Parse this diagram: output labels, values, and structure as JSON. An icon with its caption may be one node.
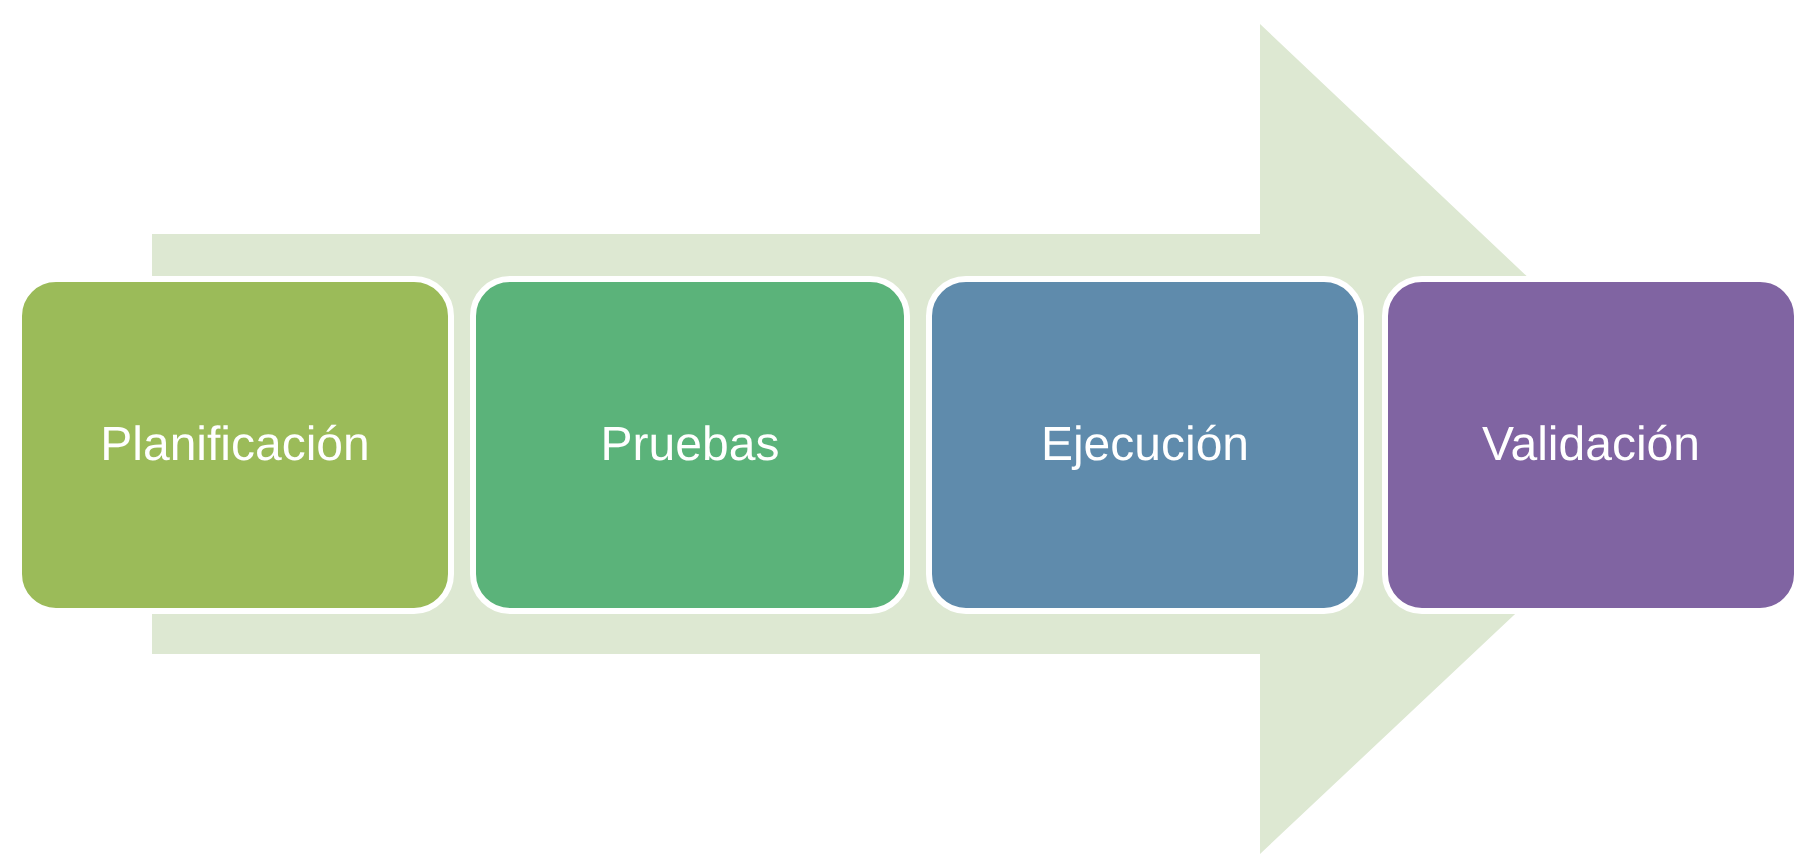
{
  "diagram": {
    "nodes": [
      {
        "text": [
          "Planificación"
        ]
      },
      {
        "text": [
          "Pruebas"
        ]
      },
      {
        "text": [
          "Ejecución"
        ]
      },
      {
        "text": [
          "Validación"
        ]
      }
    ],
    "edges": [
      {
        "from": 0,
        "to": 3,
        "arrow": "to"
      }
    ]
  }
}
